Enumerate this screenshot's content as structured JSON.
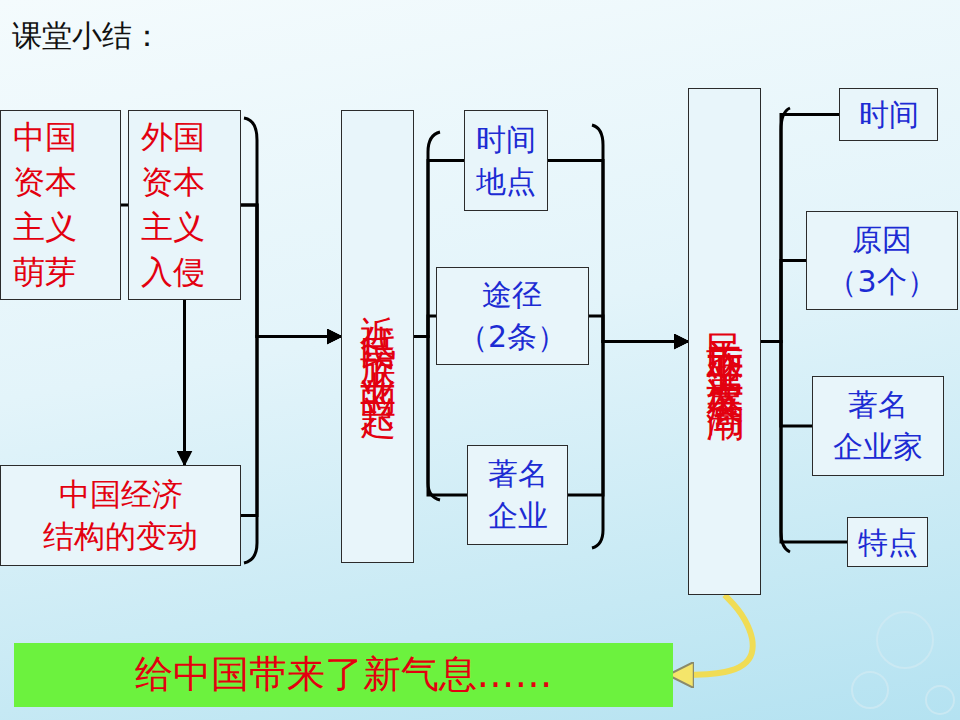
{
  "diagram": {
    "title": "课堂小结：",
    "nodes": [
      {
        "text": [
          "中国 资本 主义 萌芽"
        ]
      },
      {
        "text": [
          "外国 资本 主义 入侵"
        ]
      },
      {
        "text": [
          "中国经济 结构的变动"
        ]
      },
      {
        "text": [
          "近代民族工业的兴起"
        ]
      },
      {
        "text": [
          "时间 地点"
        ]
      },
      {
        "text": [
          "途径 （2条）"
        ]
      },
      {
        "text": [
          "著名 企业"
        ]
      },
      {
        "text": [
          "民族工业第一次发展高潮"
        ]
      },
      {
        "text": [
          "时间"
        ]
      },
      {
        "text": [
          "原因 （3个）"
        ]
      },
      {
        "text": [
          "著名 企业家"
        ]
      },
      {
        "text": [
          "特点"
        ]
      },
      {
        "text": [
          "给中国带来了新气息……"
        ]
      }
    ],
    "edges": [
      {
        "from": 0,
        "to": 3,
        "arrow": "to"
      },
      {
        "from": 1,
        "to": 3,
        "arrow": "to"
      },
      {
        "from": 2,
        "to": 3,
        "arrow": "to"
      },
      {
        "from": 1,
        "to": 2,
        "arrow": "to"
      },
      {
        "from": 3,
        "to": 4,
        "arrow": "none"
      },
      {
        "from": 3,
        "to": 5,
        "arrow": "none"
      },
      {
        "from": 3,
        "to": 6,
        "arrow": "none"
      },
      {
        "from": 4,
        "to": 7,
        "arrow": "to"
      },
      {
        "from": 5,
        "to": 7,
        "arrow": "to"
      },
      {
        "from": 6,
        "to": 7,
        "arrow": "to"
      },
      {
        "from": 7,
        "to": 8,
        "arrow": "none"
      },
      {
        "from": 7,
        "to": 9,
        "arrow": "none"
      },
      {
        "from": 7,
        "to": 10,
        "arrow": "none"
      },
      {
        "from": 7,
        "to": 11,
        "arrow": "none"
      },
      {
        "from": 7,
        "to": 12,
        "arrow": "to"
      }
    ]
  }
}
